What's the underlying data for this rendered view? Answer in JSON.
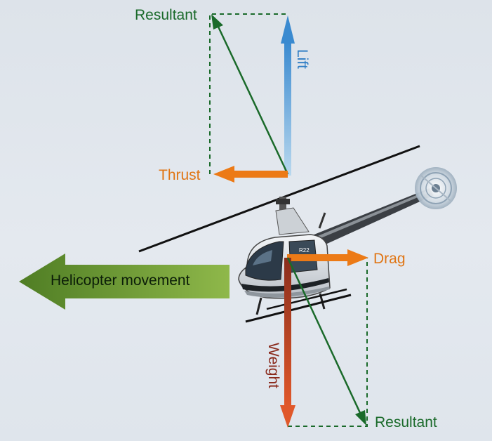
{
  "labels": {
    "resultant_top": "Resultant",
    "lift": "Lift",
    "thrust": "Thrust",
    "drag": "Drag",
    "weight": "Weight",
    "resultant_bottom": "Resultant",
    "movement": "Helicopter movement",
    "tail_mark": "R22"
  },
  "colors": {
    "resultant": "#1a6a2a",
    "lift": "#3c8fd4",
    "thrust": "#ec7a16",
    "drag": "#ec7a16",
    "weight": "#b8421f",
    "weight_text": "#8a2a1c",
    "movement_arrow": "#5f8e2c",
    "dashed_box": "#1a6a2a",
    "background": "#dfe5ec"
  },
  "icons": {
    "helicopter": "helicopter-r22-icon",
    "tail_rotor": "tail-rotor-icon"
  }
}
